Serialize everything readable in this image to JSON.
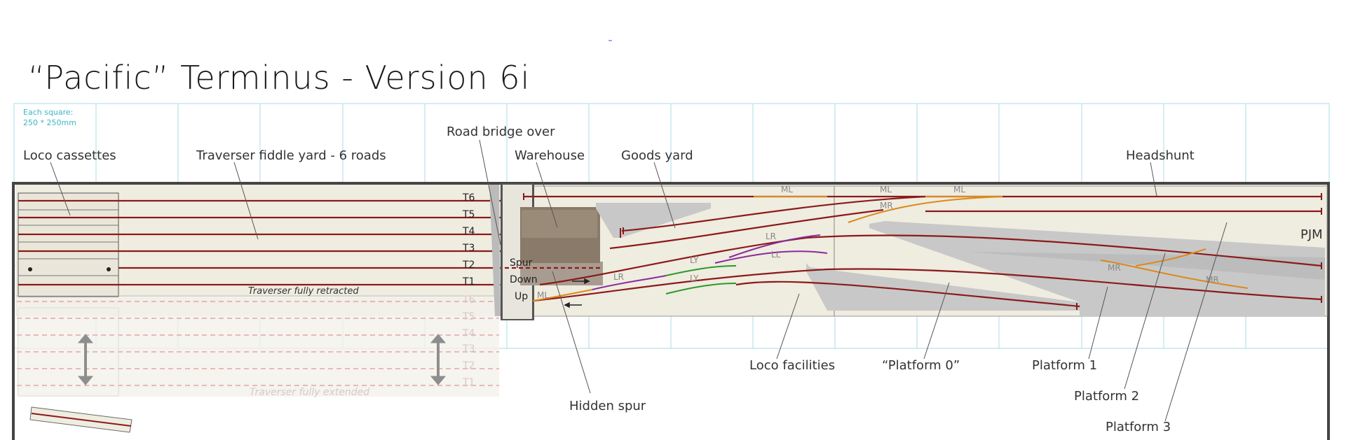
{
  "title": "“Pacific” Terminus - Version 6i",
  "grid_note": {
    "line1": "Each square:",
    "line2": "250 * 250mm"
  },
  "signature": "PJM",
  "labels": {
    "loco_cassettes": "Loco cassettes",
    "traverser_yard": "Traverser fiddle yard - 6 roads",
    "road_bridge": "Road bridge over",
    "warehouse": "Warehouse",
    "goods_yard": "Goods yard",
    "headshunt": "Headshunt",
    "loco_facilities": "Loco facilities",
    "platform_0": "“Platform 0”",
    "platform_1": "Platform 1",
    "platform_2": "Platform 2",
    "platform_3": "Platform 3",
    "hidden_spur": "Hidden spur",
    "traverser_retracted": "Traverser fully retracted",
    "traverser_extended": "Traverser fully extended"
  },
  "tracks": [
    "T6",
    "T5",
    "T4",
    "T3",
    "T2",
    "T1"
  ],
  "line_labels": {
    "spur": "Spur",
    "down": "Down",
    "up": "Up"
  },
  "turnout_marks": {
    "ml": "ML",
    "mr": "MR",
    "lr": "LR",
    "ly": "LY",
    "ll": "LL"
  },
  "colors": {
    "board": "#efece0",
    "grid": "#a8dde4",
    "track": "#8b1a1a",
    "turnout_orange": "#d98a1a",
    "turnout_purple": "#8a2a9a",
    "turnout_green": "#2a9a2a",
    "platform": "#c8c8c8",
    "warehouse": "#8a7a6a",
    "frame": "#444444"
  }
}
